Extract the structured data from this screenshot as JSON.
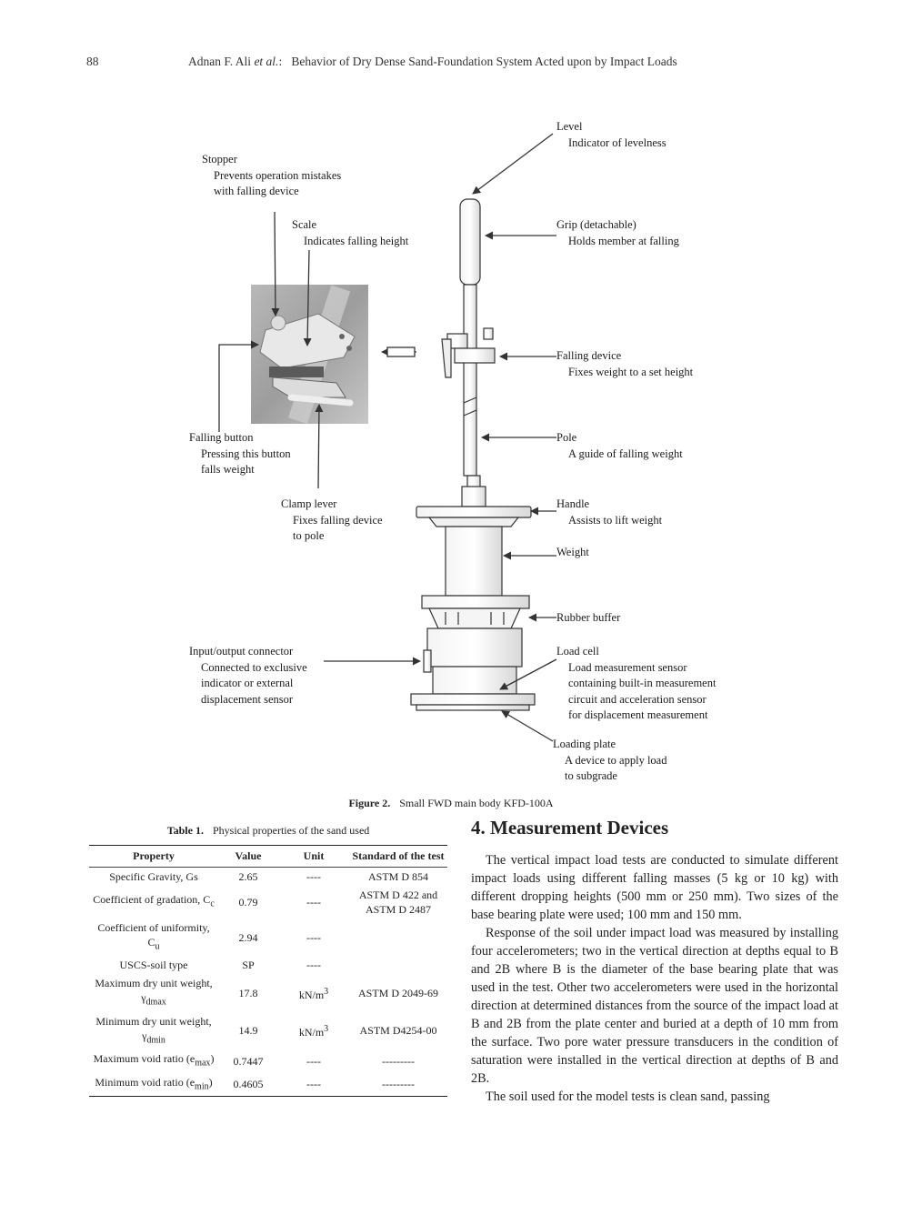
{
  "header": {
    "page_number": "88",
    "authors": "Adnan F. Ali ",
    "etal": "et al.",
    "colon": ":",
    "title": "Behavior of Dry Dense Sand-Foundation System Acted upon by Impact Loads"
  },
  "figure": {
    "labels": [
      {
        "id": "level",
        "title": "Level",
        "desc": [
          "Indicator of levelness"
        ]
      },
      {
        "id": "stopper",
        "title": "Stopper",
        "desc": [
          "Prevents operation mistakes",
          "with falling device"
        ]
      },
      {
        "id": "scale",
        "title": "Scale",
        "desc": [
          "Indicates falling height"
        ]
      },
      {
        "id": "grip",
        "title": "Grip (detachable)",
        "desc": [
          "Holds member at falling"
        ]
      },
      {
        "id": "falling-device",
        "title": "Falling device",
        "desc": [
          "Fixes weight to a set height"
        ]
      },
      {
        "id": "falling-button",
        "title": "Falling button",
        "desc": [
          "Pressing this button",
          "falls weight"
        ]
      },
      {
        "id": "pole",
        "title": "Pole",
        "desc": [
          "A guide of falling weight"
        ]
      },
      {
        "id": "clamp-lever",
        "title": "Clamp lever",
        "desc": [
          "Fixes falling device",
          "to pole"
        ]
      },
      {
        "id": "handle",
        "title": "Handle",
        "desc": [
          "Assists to lift weight"
        ]
      },
      {
        "id": "weight",
        "title": "Weight",
        "desc": []
      },
      {
        "id": "rubber-buffer",
        "title": "Rubber buffer",
        "desc": []
      },
      {
        "id": "io-connector",
        "title": "Input/output connector",
        "desc": [
          "Connected to exclusive",
          "indicator or external",
          "displacement sensor"
        ]
      },
      {
        "id": "load-cell",
        "title": "Load cell",
        "desc": [
          "Load measurement sensor",
          "containing built-in measurement",
          "circuit and acceleration sensor",
          "for displacement measurement"
        ]
      },
      {
        "id": "loading-plate",
        "title": "Loading plate",
        "desc": [
          "A device to apply load",
          "to subgrade"
        ]
      }
    ],
    "caption_label": "Figure 2.",
    "caption_text": "Small FWD main body KFD-100A"
  },
  "table": {
    "caption_label": "Table 1.",
    "caption_text": "Physical properties of the sand used",
    "headers": [
      "Property",
      "Value",
      "Unit",
      "Standard of the test"
    ],
    "rows": [
      {
        "property": "Specific Gravity, Gs",
        "value": "2.65",
        "unit": "----",
        "standard": "ASTM D 854"
      },
      {
        "property": "Coefficient of gradation, C",
        "sub": "c",
        "value": "0.79",
        "unit": "----",
        "standard": "ASTM D 422 and ASTM D 2487"
      },
      {
        "property": "Coefficient of uniformity, C",
        "sub": "u",
        "value": "2.94",
        "unit": "----",
        "standard": ""
      },
      {
        "property": "USCS-soil type",
        "value": "SP",
        "unit": "----",
        "standard": ""
      },
      {
        "property": "Maximum dry unit weight, γ",
        "sub": "dmax",
        "value": "17.8",
        "unit": "kN/m",
        "sup": "3",
        "standard": "ASTM D 2049-69"
      },
      {
        "property": "Minimum dry unit weight, γ",
        "sub": "dmin",
        "value": "14.9",
        "unit": "kN/m",
        "sup": "3",
        "standard": "ASTM D4254-00"
      },
      {
        "property": "Maximum void ratio (e",
        "sub": "max",
        "tail": ")",
        "value": "0.7447",
        "unit": "----",
        "standard": "---------"
      },
      {
        "property": "Minimum void ratio (e",
        "sub": "min",
        "tail": ")",
        "value": "0.4605",
        "unit": "----",
        "standard": "---------"
      }
    ]
  },
  "section": {
    "heading": "4. Measurement Devices",
    "paragraphs": [
      "The vertical impact load tests are conducted to simulate different impact loads using different falling masses (5 kg or 10 kg) with different dropping heights (500 mm or 250 mm). Two sizes of the base bearing plate were used; 100 mm and 150 mm.",
      "Response of the soil under impact load was measured by installing four accelerometers; two in the vertical direction at depths equal to B and 2B where B is the diameter of the base bearing plate that was used in the test. Other two accelerometers were used in the horizontal direction at determined distances from the source of the impact load at B and 2B from the plate center and buried at a depth of 10 mm from the surface. Two pore water pressure transducers in the condition of saturation were installed in the vertical direction at depths of B and 2B.",
      "The soil used for the model tests is clean sand, passing"
    ]
  }
}
